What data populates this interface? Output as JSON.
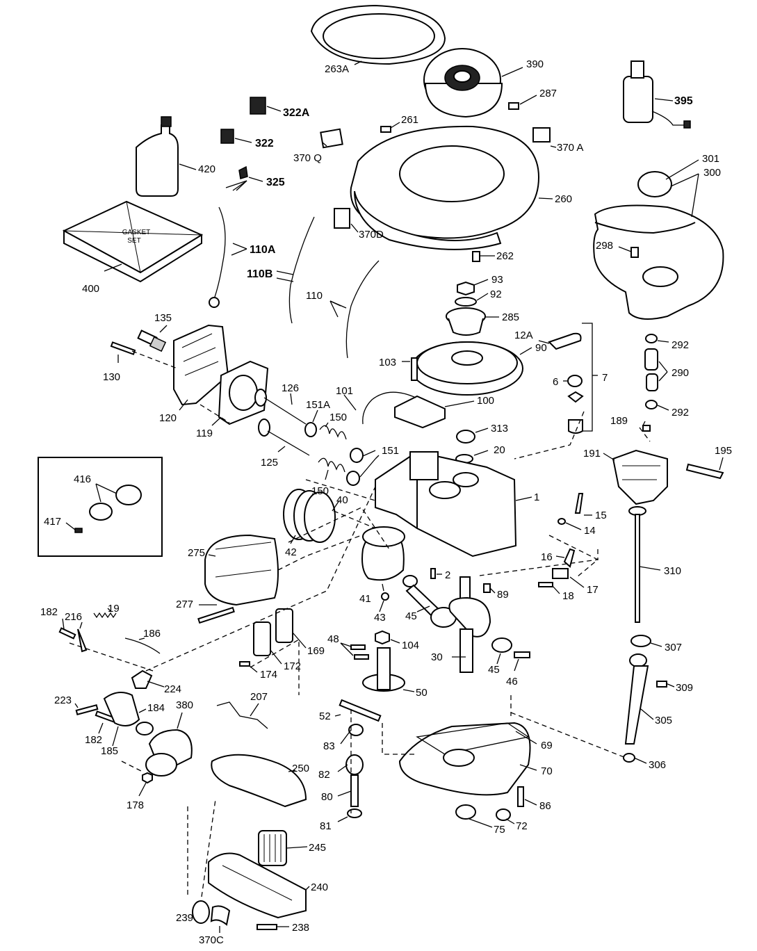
{
  "labels": {
    "l263A": "263A",
    "l390": "390",
    "l287": "287",
    "l395": "395",
    "l322A": "322A",
    "l322": "322",
    "l325": "325",
    "l261": "261",
    "l370Q": "370 Q",
    "l370A": "370 A",
    "l420": "420",
    "l260": "260",
    "l301": "301",
    "l300": "300",
    "l370D": "370D",
    "l110A": "110A",
    "l110B": "110B",
    "l400": "400",
    "l298": "298",
    "l262": "262",
    "l93": "93",
    "l92": "92",
    "l110": "110",
    "l285": "285",
    "l135": "135",
    "l12A": "12A",
    "l7": "7",
    "l292a": "292",
    "l130": "130",
    "l103": "103",
    "l90": "90",
    "l290": "290",
    "l120": "120",
    "l6": "6",
    "l292b": "292",
    "l101": "101",
    "l126": "126",
    "l100": "100",
    "l151A": "151A",
    "l150a": "150",
    "l119": "119",
    "l313": "313",
    "l189": "189",
    "l20": "20",
    "l151": "151",
    "l191": "191",
    "l195": "195",
    "l125": "125",
    "l416": "416",
    "l150b": "150",
    "l40": "40",
    "l1": "1",
    "l417": "417",
    "l15": "15",
    "l14": "14",
    "l42": "42",
    "l275": "275",
    "l16": "16",
    "l310": "310",
    "l2": "2",
    "l17": "17",
    "l18": "18",
    "l89": "89",
    "l41": "41",
    "l277": "277",
    "l43": "43",
    "l45a": "45",
    "l182a": "182",
    "l19": "19",
    "l216": "216",
    "l186": "186",
    "l48": "48",
    "l104": "104",
    "l169": "169",
    "l307": "307",
    "l30": "30",
    "l172": "172",
    "l174": "174",
    "l45b": "45",
    "l46": "46",
    "l224": "224",
    "l309": "309",
    "l207": "207",
    "l50": "50",
    "l223": "223",
    "l184": "184",
    "l380": "380",
    "l52": "52",
    "l305": "305",
    "l182b": "182",
    "l69": "69",
    "l185": "185",
    "l83": "83",
    "l306": "306",
    "l250": "250",
    "l70": "70",
    "l82": "82",
    "l178": "178",
    "l80": "80",
    "l86": "86",
    "l81": "81",
    "l75": "75",
    "l72": "72",
    "l245": "245",
    "l240": "240",
    "l239": "239",
    "l238": "238",
    "l370C": "370C"
  },
  "box_text": {
    "line1": "GASKET",
    "line2": "SET"
  }
}
